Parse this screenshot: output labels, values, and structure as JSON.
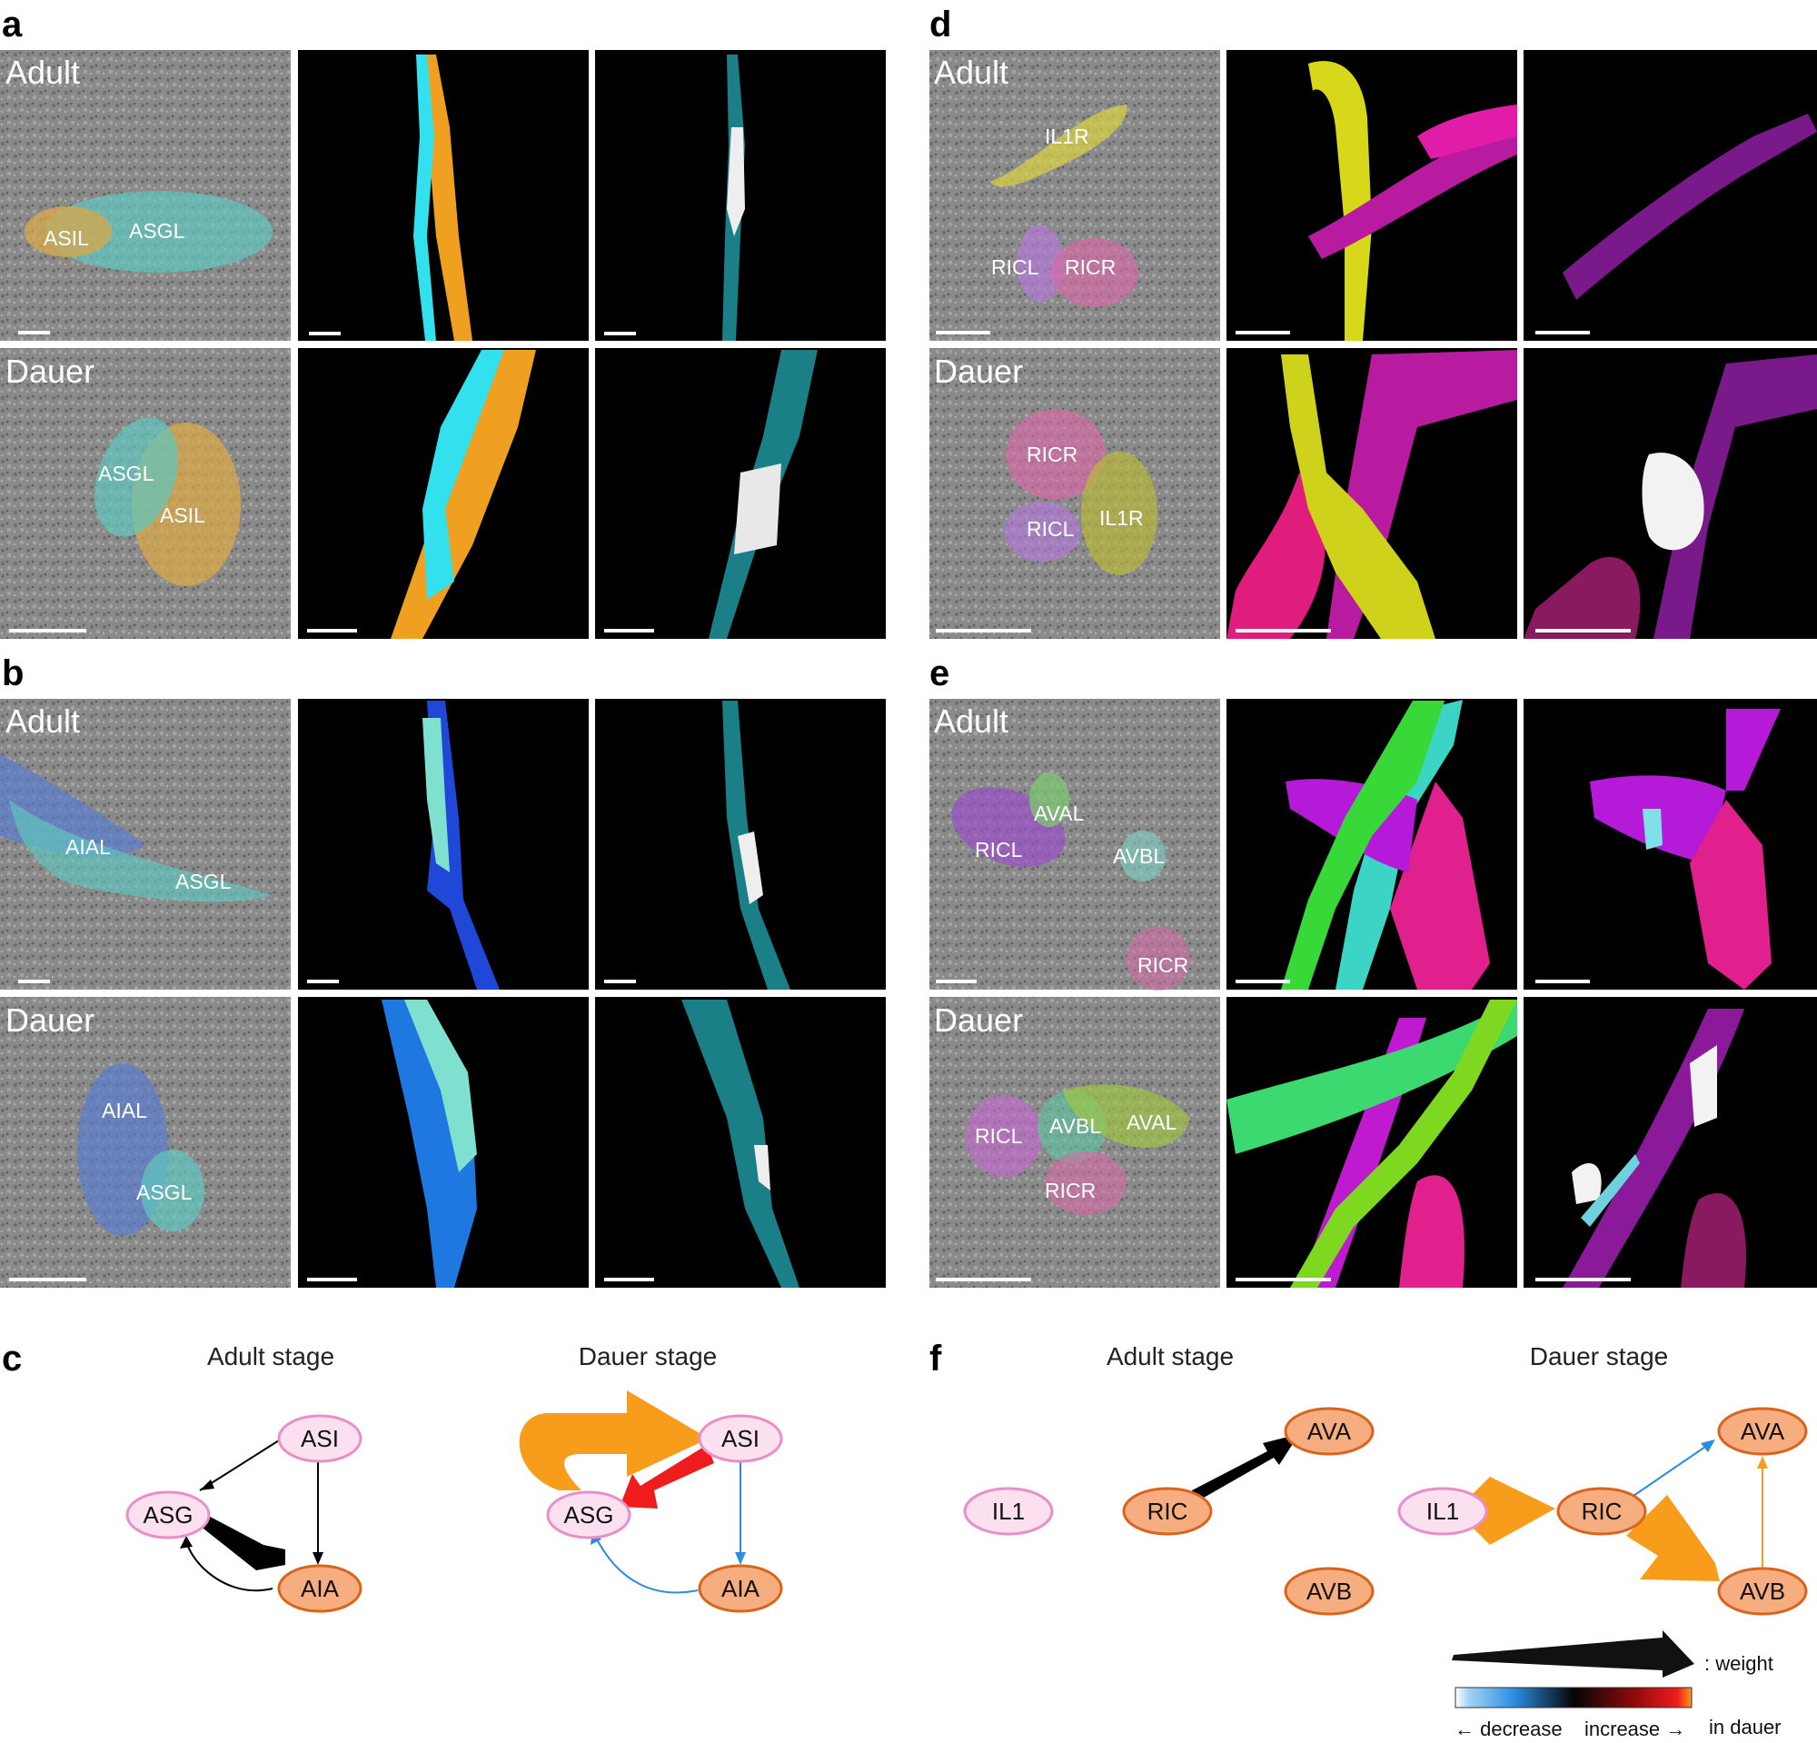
{
  "panels": {
    "a": {
      "letter": "a",
      "adult_label": "Adult",
      "dauer_label": "Dauer",
      "adult_cells": [
        "ASIL",
        "ASGL"
      ],
      "dauer_cells": [
        "ASGL",
        "ASIL"
      ]
    },
    "b": {
      "letter": "b",
      "adult_label": "Adult",
      "dauer_label": "Dauer",
      "adult_cells": [
        "AIAL",
        "ASGL"
      ],
      "dauer_cells": [
        "AIAL",
        "ASGL"
      ]
    },
    "c": {
      "letter": "c"
    },
    "d": {
      "letter": "d",
      "adult_label": "Adult",
      "dauer_label": "Dauer",
      "adult_cells": [
        "IL1R",
        "RICL",
        "RICR"
      ],
      "dauer_cells": [
        "RICR",
        "RICL",
        "IL1R"
      ]
    },
    "e": {
      "letter": "e",
      "adult_label": "Adult",
      "dauer_label": "Dauer",
      "adult_cells": [
        "AVAL",
        "RICL",
        "AVBL",
        "RICR"
      ],
      "dauer_cells": [
        "RICL",
        "AVBL",
        "AVAL",
        "RICR"
      ]
    },
    "f": {
      "letter": "f"
    }
  },
  "graphs": {
    "c_adult": {
      "title": "Adult stage",
      "nodes": [
        "ASI",
        "ASG",
        "AIA"
      ]
    },
    "c_dauer": {
      "title": "Dauer stage",
      "nodes": [
        "ASI",
        "ASG",
        "AIA"
      ]
    },
    "f_adult": {
      "title": "Adult stage",
      "nodes": [
        "IL1",
        "RIC",
        "AVA",
        "AVB"
      ]
    },
    "f_dauer": {
      "title": "Dauer stage",
      "nodes": [
        "IL1",
        "RIC",
        "AVA",
        "AVB"
      ]
    }
  },
  "legend": {
    "weight_label": ": weight",
    "decrease_label": "← decrease",
    "increase_label": "increase →",
    "in_dauer_label": "in dauer"
  },
  "colors": {
    "sensory_fill": "#fbe0f0",
    "sensory_stroke": "#e98fc7",
    "inter_fill": "#f6ae80",
    "inter_stroke": "#d9641c",
    "increase": "#f89c1c",
    "strong_increase": "#ee1c1c",
    "decrease": "#2b8de0",
    "unchanged": "#000000"
  }
}
